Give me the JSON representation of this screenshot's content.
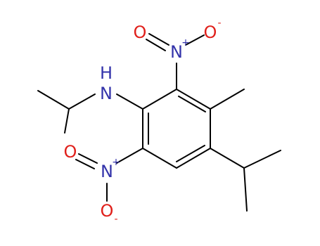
{
  "structure": {
    "atoms": {
      "amine_n": {
        "text": "N",
        "color": "#3333aa"
      },
      "amine_h": {
        "text": "H",
        "color": "#3333aa"
      },
      "nitro_top_n": {
        "text": "N",
        "color": "#3333aa"
      },
      "nitro_top_plus": {
        "text": "+",
        "color": "#3333aa"
      },
      "nitro_top_o_double": {
        "text": "O",
        "color": "#e0201b"
      },
      "nitro_top_o_single": {
        "text": "O",
        "color": "#e0201b"
      },
      "nitro_top_minus": {
        "text": "-",
        "color": "#e0201b"
      },
      "nitro_bottom_n": {
        "text": "N",
        "color": "#3333aa"
      },
      "nitro_bottom_plus": {
        "text": "+",
        "color": "#3333aa"
      },
      "nitro_bottom_o_double": {
        "text": "O",
        "color": "#e0201b"
      },
      "nitro_bottom_o_single": {
        "text": "O",
        "color": "#e0201b"
      },
      "nitro_bottom_minus": {
        "text": "-",
        "color": "#e0201b"
      }
    },
    "colors": {
      "bond": "#000000",
      "nitrogen": "#3333aa",
      "oxygen": "#e0201b",
      "background": "#ffffff"
    }
  }
}
